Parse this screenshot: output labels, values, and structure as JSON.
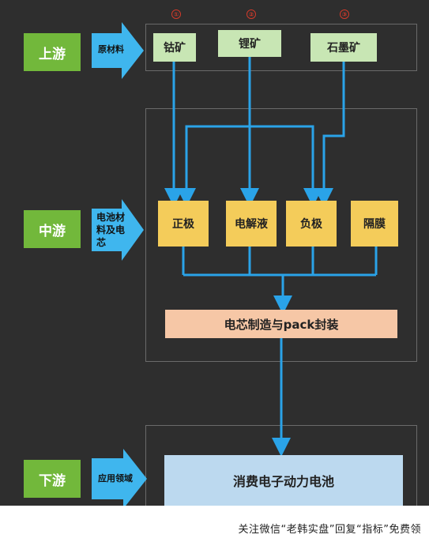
{
  "stages": {
    "upstream": {
      "label": "上游",
      "arrow_label": "原材料"
    },
    "midstream": {
      "label": "中游",
      "arrow_label": "电池材料及电芯"
    },
    "downstream": {
      "label": "下游",
      "arrow_label": "应用领域"
    }
  },
  "raw_materials": [
    {
      "label": "钴矿",
      "badge": "①"
    },
    {
      "label": "锂矿",
      "badge": "②"
    },
    {
      "label": "石墨矿",
      "badge": "③"
    }
  ],
  "battery_materials": [
    "正极",
    "电解液",
    "负极",
    "隔膜"
  ],
  "process": "电芯制造与pack封装",
  "application": "消费电子动力电池",
  "footer": "关注微信“老韩实盘”回复“指标”免费领",
  "colors": {
    "background": "#2e2e2e",
    "stage": "#72b83b",
    "arrow": "#3fb6ee",
    "connector": "#2aa3e8",
    "mineral": "#c8e6b4",
    "material": "#f4cc5a",
    "process": "#f6c7a6",
    "product": "#bcd9ef"
  }
}
